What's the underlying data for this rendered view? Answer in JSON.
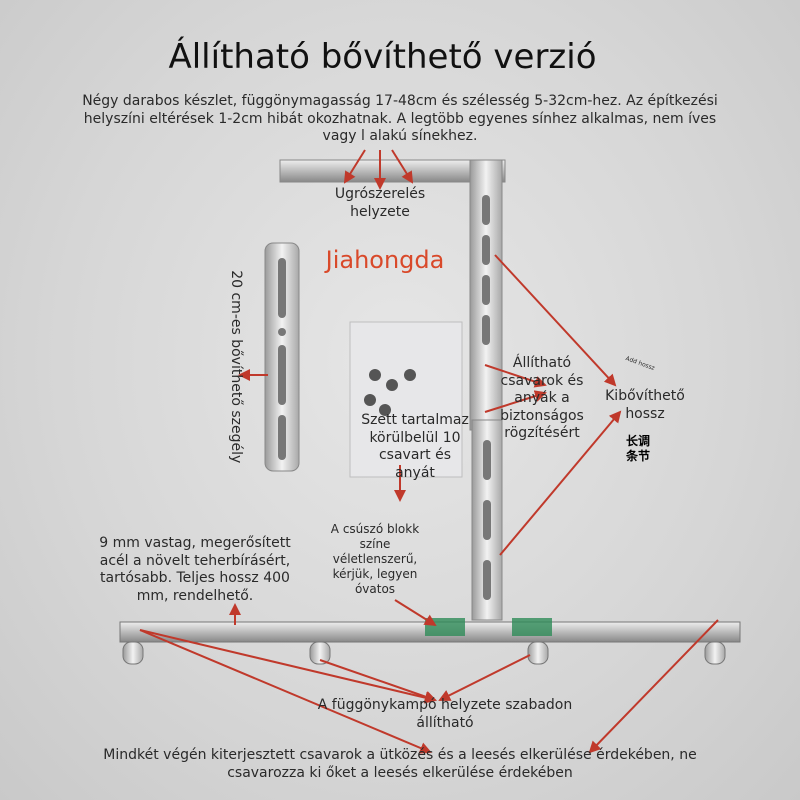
{
  "title": "Állítható bővíthető verzió",
  "intro": "Négy darabos készlet, függönymagasság 17-48cm és szélesség 5-32cm-hez. Az építkezési helyszíni eltérések 1-2cm hibát okozhatnak. A legtöbb egyenes sínhez alkalmas, nem íves vagy l alakú sínekhez.",
  "brand": "Jiahongda",
  "labels": {
    "jump_position": "Ugrószerelés helyzete",
    "extension_edge": "20 cm-es bővíthető szegély",
    "screws_nuts": "Állítható csavarok és anyák a biztonságos rögzítésért",
    "extendable_length": "Kibővíthető hossz",
    "extendable_cn": "长调条节",
    "add_length": "Add hossz",
    "kit_contents": "Szett tartalmaz körülbelül 10 csavart és anyát",
    "slider_color": "A csúszó blokk színe véletlenszerű, kérjük, legyen óvatos",
    "steel": "9 mm vastag, megerősített acél a növelt teherbírásért, tartósabb. Teljes hossz 400 mm, rendelhető.",
    "hook_position": "A függönykampó helyzete szabadon állítható",
    "end_screws": "Mindkét végén kiterjesztett csavarok a ütközés és a leesés elkerülése érdekében, ne csavarozza ki őket a leesés elkerülése érdekében"
  },
  "colors": {
    "brand": "#d9492a",
    "arrow": "#c0392b",
    "slider": "#2e8b57"
  }
}
